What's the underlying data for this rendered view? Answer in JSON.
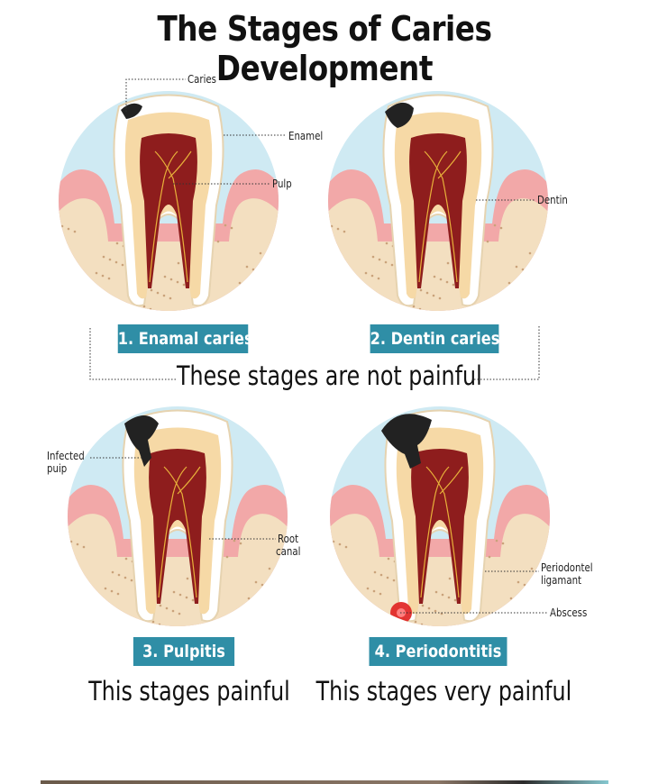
{
  "title": "The Stages of Caries Development",
  "colors": {
    "badge": "#2f8ea6",
    "circle_bg": "#cfeaf3",
    "enamel": "#ffffff",
    "dentin": "#f6d9a6",
    "pulp": "#8e1d1d",
    "gum": "#f2a8a8",
    "bone": "#f3dfc0",
    "caries": "#222222",
    "abscess": "#e02020"
  },
  "stages": [
    {
      "number_label": "1. Enamal caries",
      "labels": {
        "caries": "Caries",
        "enamel": "Enamel",
        "pulp": "Pulp"
      }
    },
    {
      "number_label": "2. Dentin caries",
      "labels": {
        "dentin": "Dentin"
      }
    },
    {
      "number_label": "3. Pulpitis",
      "labels": {
        "infected_pulp_line1": "Infected",
        "infected_pulp_line2": "puip",
        "root_canal_line1": "Root",
        "root_canal_line2": "canal"
      },
      "caption": "This stages painful"
    },
    {
      "number_label": "4. Periodontitis",
      "labels": {
        "ligament_line1": "Periodontel",
        "ligament_line2": "ligamant",
        "abscess": "Abscess"
      },
      "caption": "This stages very painful"
    }
  ],
  "group_caption": "These stages are not painful"
}
